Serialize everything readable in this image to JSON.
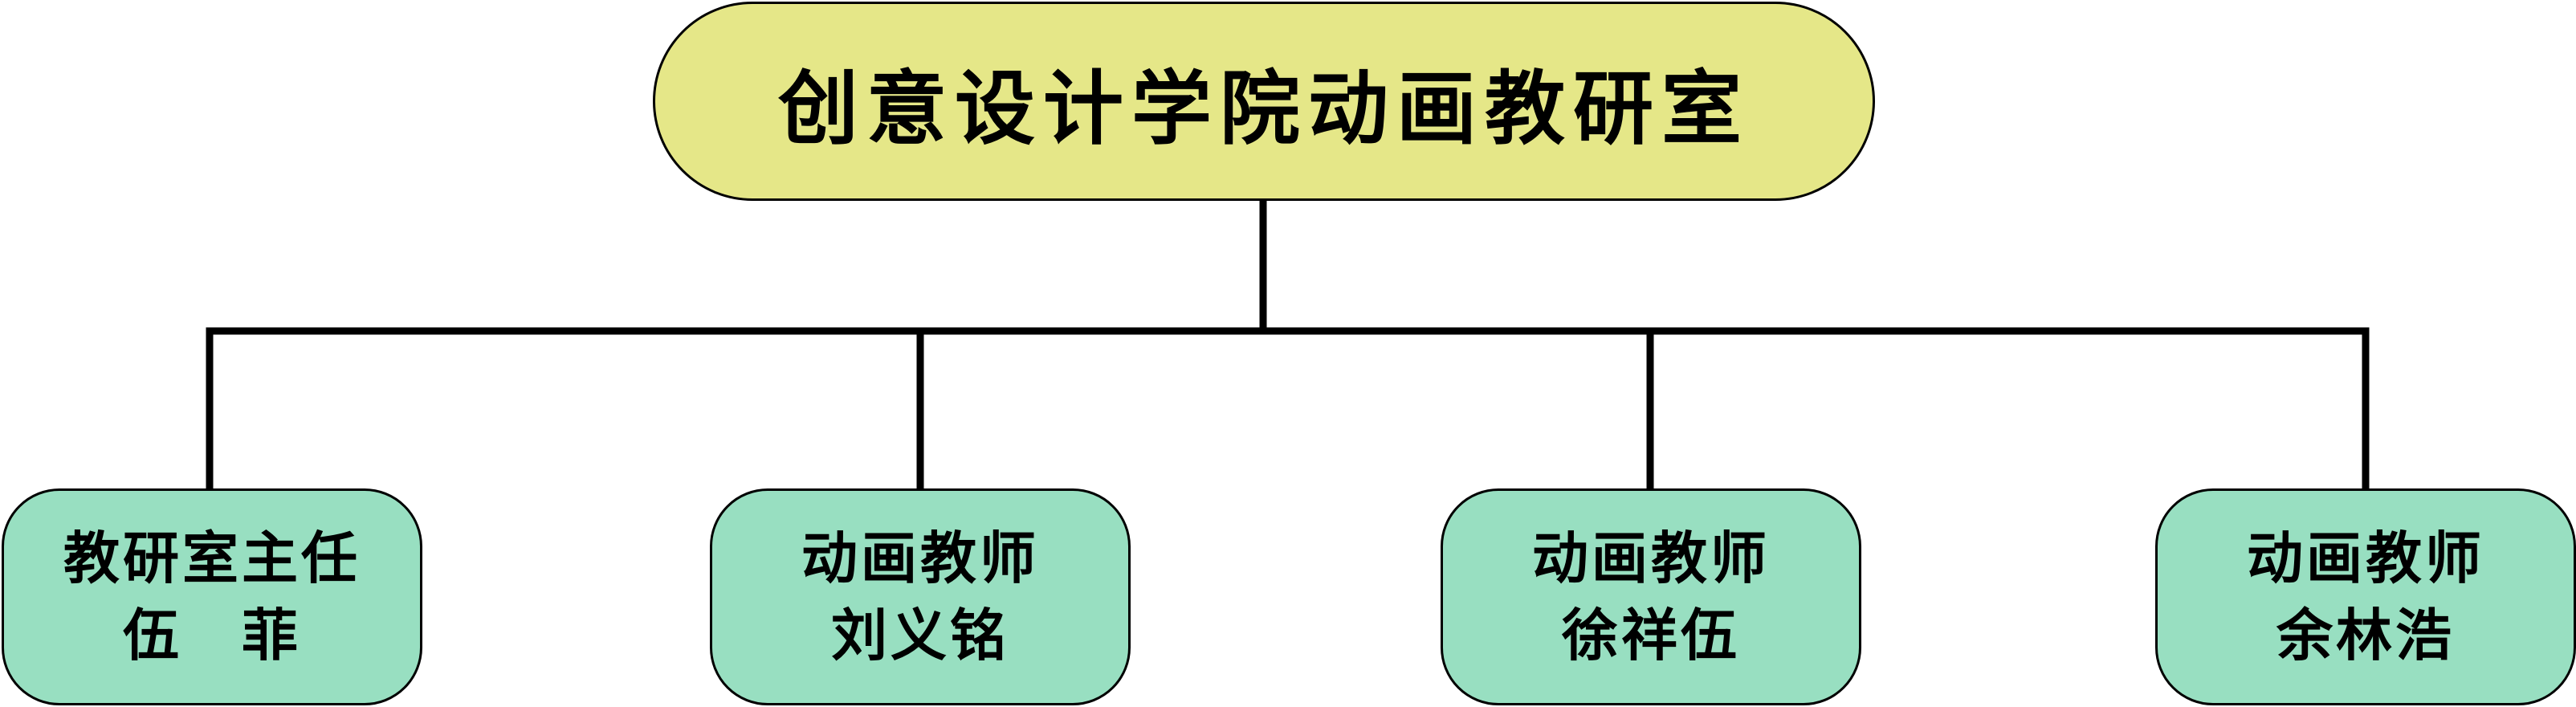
{
  "colors": {
    "root_fill": "#e5e788",
    "child_fill": "#98dfc1",
    "stroke": "#000000"
  },
  "root": {
    "label": "创意设计学院动画教研室"
  },
  "children": [
    {
      "role": "教研室主任",
      "name": "伍　菲"
    },
    {
      "role": "动画教师",
      "name": "刘义铭"
    },
    {
      "role": "动画教师",
      "name": "徐祥伍"
    },
    {
      "role": "动画教师",
      "name": "余林浩"
    }
  ]
}
